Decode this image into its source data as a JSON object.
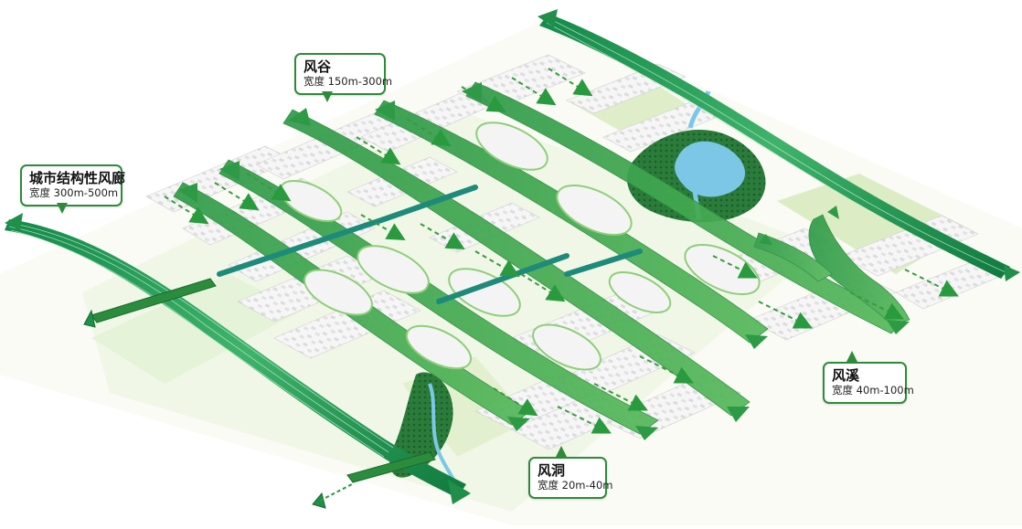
{
  "labels": {
    "urban_corridor": {
      "title": "城市结构性风廊",
      "width": "宽度 300m-500m"
    },
    "wind_valley": {
      "title": "风谷",
      "width": "宽度 150m-300m"
    },
    "wind_stream": {
      "title": "风溪",
      "width": "宽度 40m-100m"
    },
    "wind_cave": {
      "title": "风洞",
      "width": "宽度 20m-40m"
    }
  },
  "colors": {
    "corridor_dark": "#1f8f4a",
    "corridor_mid": "#3aa65a",
    "corridor_light": "#7ccc6a",
    "water": "#7cc7e6",
    "park": "#cfe7a8",
    "block": "#f2f2f2",
    "callout_border": "#2e8b3a"
  }
}
